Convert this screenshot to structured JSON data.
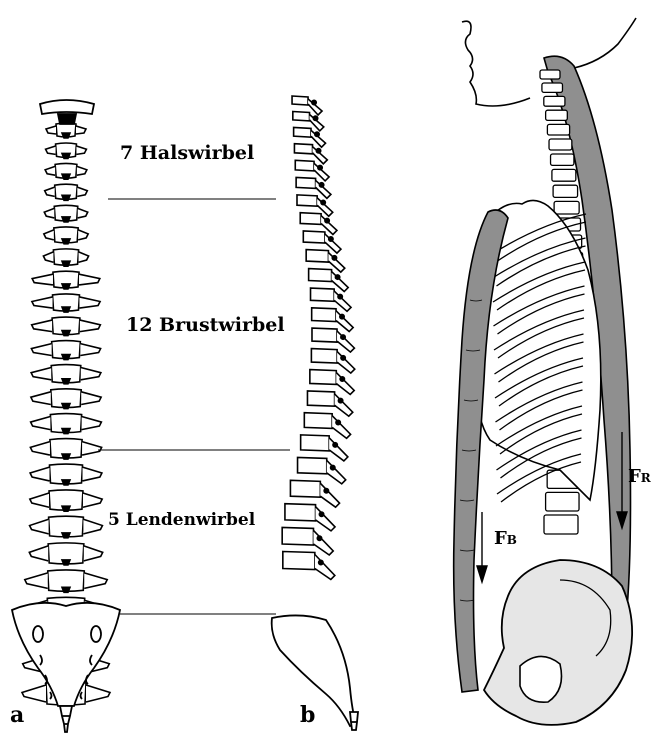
{
  "panels": {
    "a": {
      "letter": "a"
    },
    "b": {
      "letter": "b"
    }
  },
  "regions": {
    "cervical": "7 Halswirbel",
    "thoracic": "12 Brustwirbel",
    "lumbar": "5 Lendenwirbel"
  },
  "forces": {
    "back": {
      "main": "F",
      "sub": "R"
    },
    "abdominal": {
      "main": "F",
      "sub": "B"
    }
  },
  "colors": {
    "ink": "#000000",
    "muscle": "#8f8f8f",
    "bone": "#ffffff",
    "pelvis": "#e6e6e6"
  }
}
